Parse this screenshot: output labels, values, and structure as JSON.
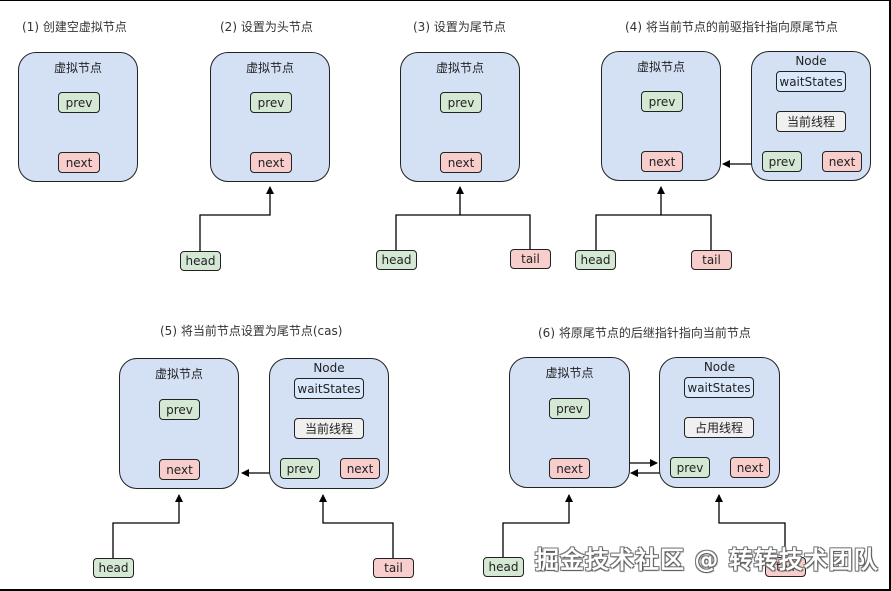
{
  "captions": [
    "(1)  创建空虚拟节点",
    "(2)  设置为头节点",
    "(3)  设置为尾节点",
    "(4)  将当前节点的前驱指针指向原尾节点",
    "(5)  将当前节点设置为尾节点(cas)",
    "(6)  将原尾节点的后继指针指向当前节点"
  ],
  "labels": {
    "virtual_node": "虚拟节点",
    "node": "Node",
    "prev": "prev",
    "next": "next",
    "wait_states": "waitStates",
    "current_thread": "当前线程",
    "occupying_thread": "占用线程",
    "head": "head",
    "tail": "tail"
  },
  "colors": {
    "node_fill": "#d4e1f5",
    "prev_fill": "#d5e8d4",
    "next_fill": "#f8cecc",
    "thread_fill": "#f0f0f0"
  },
  "watermark": "掘金技术社区 @ 转转技术团队"
}
